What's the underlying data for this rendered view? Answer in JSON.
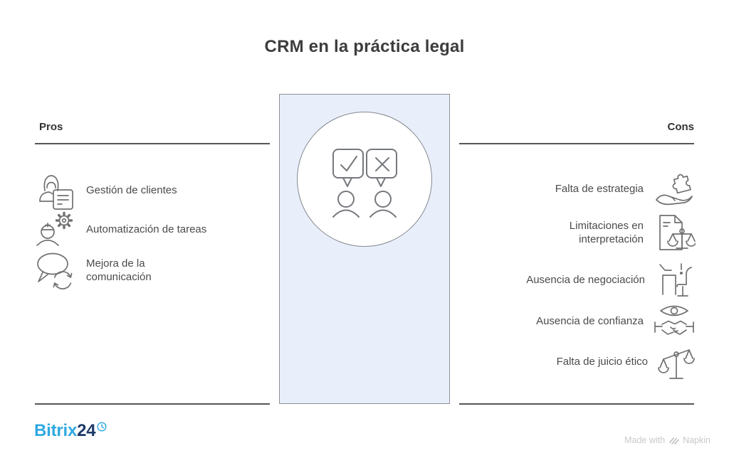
{
  "title": "CRM en la práctica legal",
  "pros": {
    "heading": "Pros",
    "items": [
      {
        "label": "Gestión de clientes",
        "icon": "customer-management-icon"
      },
      {
        "label": "Automatización de tareas",
        "icon": "task-automation-icon"
      },
      {
        "label": "Mejora de la comunicación",
        "icon": "communication-improvement-icon"
      }
    ]
  },
  "cons": {
    "heading": "Cons",
    "items": [
      {
        "label": "Falta de estrategia",
        "icon": "hand-puzzle-icon"
      },
      {
        "label": "Limitaciones en interpretación",
        "icon": "document-scales-icon"
      },
      {
        "label": "Ausencia de negociación",
        "icon": "negotiation-table-icon"
      },
      {
        "label": "Ausencia de confianza",
        "icon": "eye-handshake-icon"
      },
      {
        "label": "Falta de juicio ético",
        "icon": "balance-scale-icon"
      }
    ]
  },
  "center": {
    "icon": "approve-reject-people-icon"
  },
  "footer": {
    "brand": {
      "name_primary": "Bitrix",
      "name_secondary": "24",
      "icon": "clock-icon"
    },
    "credit": {
      "prefix": "Made with",
      "brand": "Napkin",
      "icon": "napkin-logo-icon"
    }
  },
  "colors": {
    "accent_blue": "#2FA9E1",
    "brand_navy": "#1E3A68",
    "panel_fill": "#E9EFFA",
    "icon_stroke": "#717171",
    "rule": "#565656",
    "text": "#4b4b4b",
    "credit_gray": "#C9C9C9"
  }
}
